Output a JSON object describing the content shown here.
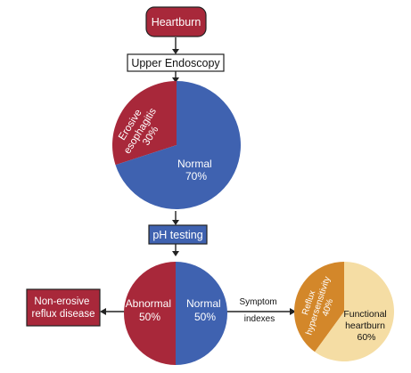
{
  "nodes": {
    "heartburn": "Heartburn",
    "upper_endoscopy": "Upper Endoscopy",
    "ph_testing": "pH testing",
    "non_erosive": [
      "Non-erosive",
      "reflux disease"
    ]
  },
  "edge_labels": {
    "symptom_indexes": [
      "Symptom",
      "indexes"
    ]
  },
  "charts": [
    {
      "id": "endoscopy",
      "type": "pie",
      "slices": [
        {
          "label": [
            "Erosive",
            "esophagitis",
            "30%"
          ],
          "value": 30,
          "color": "#a8283a"
        },
        {
          "label": [
            "Normal",
            "70%"
          ],
          "value": 70,
          "color": "#3f62b0"
        }
      ]
    },
    {
      "id": "ph",
      "type": "pie",
      "slices": [
        {
          "label": [
            "Abnormal",
            "50%"
          ],
          "value": 50,
          "color": "#a8283a"
        },
        {
          "label": [
            "Normal",
            "50%"
          ],
          "value": 50,
          "color": "#3f62b0"
        }
      ]
    },
    {
      "id": "indexes",
      "type": "pie",
      "slices": [
        {
          "label": [
            "Reflux",
            "hypersensitivity",
            "40%"
          ],
          "value": 40,
          "color": "#d3872a"
        },
        {
          "label": [
            "Functional",
            "heartburn",
            "60%"
          ],
          "value": 60,
          "color": "#f5dda4"
        }
      ]
    }
  ],
  "colors": {
    "red": "#a8283a",
    "blue": "#3f62b0",
    "orange": "#d3872a",
    "cream": "#f5dda4",
    "line": "#222222"
  }
}
